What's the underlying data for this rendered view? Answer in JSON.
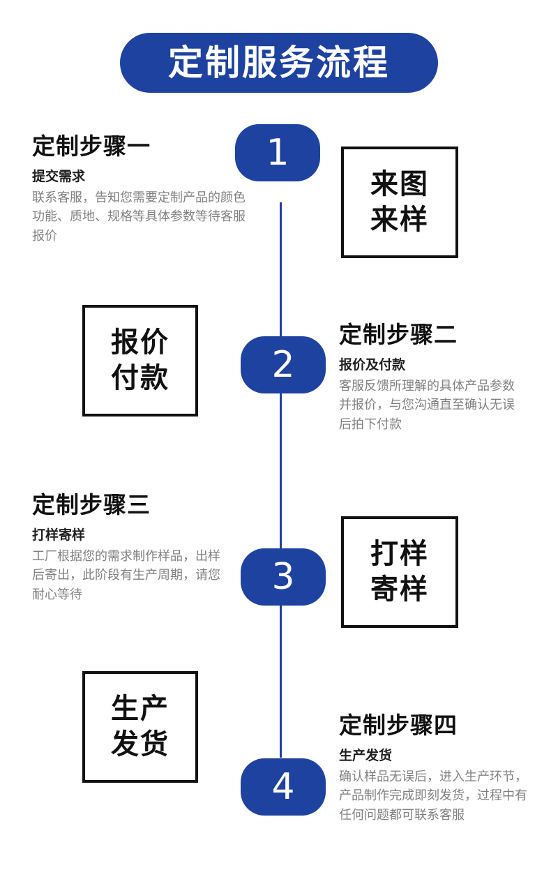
{
  "page": {
    "title": "定制服务流程",
    "accent_color": "#1e42a0",
    "box_border_color": "#111111",
    "body_text_color": "#808080",
    "background_color": "#ffffff"
  },
  "steps": [
    {
      "number": "1",
      "heading": "定制步骤一",
      "subtitle": "提交需求",
      "body": "联系客服，告知您需要定制产品的颜色\n功能、质地、规格等具体参数等待客服\n报价",
      "box": {
        "line1": "来图",
        "line2": "来样"
      },
      "text_side": "left",
      "box_side": "right"
    },
    {
      "number": "2",
      "heading": "定制步骤二",
      "subtitle": "报价及付款",
      "body": "客服反馈所理解的具体产品参数\n并报价，与您沟通直至确认无误\n后拍下付款",
      "box": {
        "line1": "报价",
        "line2": "付款"
      },
      "text_side": "right",
      "box_side": "left"
    },
    {
      "number": "3",
      "heading": "定制步骤三",
      "subtitle": "打样寄样",
      "body": "工厂根据您的需求制作样品，出样\n后寄出，此阶段有生产周期，请您\n耐心等待",
      "box": {
        "line1": "打样",
        "line2": "寄样"
      },
      "text_side": "left",
      "box_side": "right"
    },
    {
      "number": "4",
      "heading": "定制步骤四",
      "subtitle": "生产发货",
      "body": "确认样品无误后，进入生产环节，\n产品制作完成即刻发货，过程中有\n任何问题都可联系客服",
      "box": {
        "line1": "生产",
        "line2": "发货"
      },
      "text_side": "right",
      "box_side": "left"
    }
  ]
}
